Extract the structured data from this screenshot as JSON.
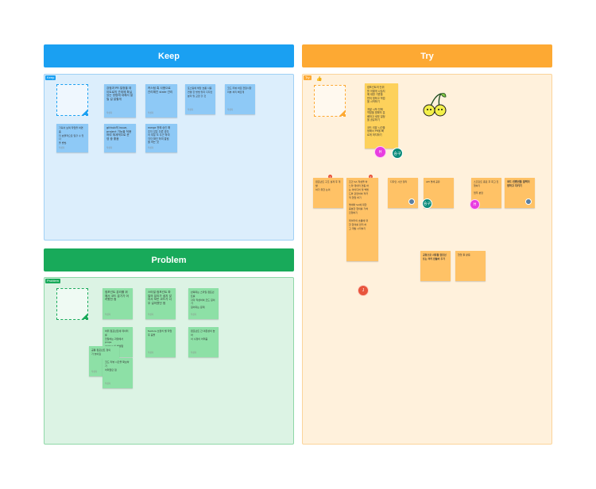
{
  "board": {
    "keep": {
      "title": "Keep",
      "tag": "Keep",
      "color": "#1aa0f2",
      "notes": [
        "강점과 PR 일정을 데\n이트로의 관계에 확실\n있는 방법에 대해서 알\n릴 걸 말할게",
        "커스텀 훅 사용으로\n관리해진 state 관리",
        "포스팅에 해당 흐름 사용\n연결 한 방법 맞지 디자인\n분리 및 교환 할 것",
        "코드 리뷰 바로 전달사항\n리뷰 처리 빠르게",
        "기획서 보며 작업을 하면 좀\n더 효율적으로 일할 수 있다\n을 방법.",
        "github의 issue,\nproject 기능을 적용\n하여 체계적으로 운\n영 중 좋음",
        "merge 전에 승인 해\n주지 않은 다른 경우\n이 부분 도 두근 하여\n각각 확인 하여 알림\n을 하는 것"
      ]
    },
    "problem": {
      "title": "Problem",
      "tag": "Problem",
      "color": "#18aa5a",
      "notes": [
        "컴포넌트 분리를 위\n해서 코드 분기가 어\n려웠던 점",
        "스타일 컴포넌트 파\n일의 분리가 쉽지 않\n아서 모든 코드가 너\n무 길어졌던 점",
        "반복되는 스타일 컴포넌트를\n각각 작성하여 코드 길이가\n길어지는 문제",
        "하위 컴포넌트에 데이터를\n전달하는 과정에서 props\ndrilling 이 발생함",
        "feature 브랜치 별 작업 후 충돌",
        "컴포넌트 간 의존성이 높아\n서 수정이 어려움",
        "공통 컴포넌트 정의\n가 늦어짐",
        "코드 리뷰 시간을 확보하기\n어려웠던 점"
      ]
    },
    "try": {
      "title": "Try",
      "tag": "Try",
      "color": "#fda933",
      "main_note": "컴포넌트의 단위\n를 어떻게 나눌지\n에 대한 기준을\n먼저 정하고 작업\n을 시작하기\n\n개발 시작 전에\n역할을 명확히 분\n배하고 세부 일정\n을 공유하기\n\n코드 리뷰 시간을\n정해서 PR을 빠\n르게 머지하기",
      "side_notes": [
        "컴포넌트 구조 설계 후 개발\n하기 위한 논의",
        "조건 SA 작성을 하\n느라 데이터 연동 하\n는 아이디어 및 백엔\n드와 관련하여 적극\n적 협업 하기\n\n명세와 SA에 대한\n충분한 협의를 거쳐\n진행하기\n\n데이터의 흐름에 대\n한 합의를 먼저 하\n고 개발 시작하기",
        "디자인 시안 정리",
        "API 명세 공유",
        "스프린트 종료 후 회고 진행하기\n\n업무 분담",
        "코드 컨벤션을 일찍이\n정하고 지키기",
        "공통으로 사용할 컴포넌\n트는 미리 만들어 두기",
        "협업 툴 활용"
      ]
    },
    "avatars": {
      "h": "H",
      "su": "승구",
      "j": "J"
    },
    "dots": [
      "1",
      "2"
    ],
    "note_foot": "작성자"
  }
}
